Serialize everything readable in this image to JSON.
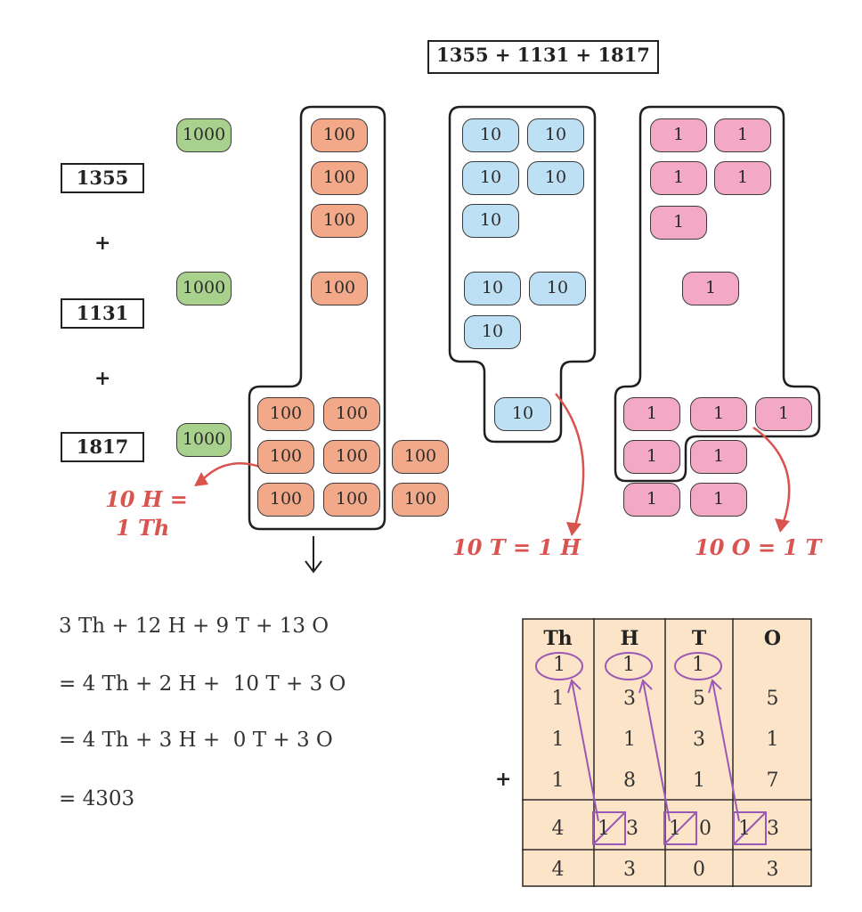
{
  "title": "1355 + 1131 + 1817",
  "numbers": [
    "1355",
    "1131",
    "1817"
  ],
  "plus": "+",
  "blocks": {
    "thousand": "1000",
    "hundred": "100",
    "ten": "10",
    "one": "1"
  },
  "exchange_labels": {
    "hundreds_line1": "10 H =",
    "hundreds_line2": "1 Th",
    "tens": "10 T = 1 H",
    "ones": "10 O = 1 T"
  },
  "equations": [
    "3 Th + 12 H + 9 T + 13 O",
    "= 4 Th + 2 H +  10 T + 3 O",
    "= 4 Th + 3 H +  0 T + 3 O",
    "= 4303"
  ],
  "place_value_table": {
    "headers": [
      "Th",
      "H",
      "T",
      "O"
    ],
    "carries": [
      "1",
      "1",
      "1",
      ""
    ],
    "rows": [
      [
        "1",
        "3",
        "5",
        "5"
      ],
      [
        "1",
        "1",
        "3",
        "1"
      ],
      [
        "1",
        "8",
        "1",
        "7"
      ]
    ],
    "plus_sign": "+",
    "partial": [
      "4",
      "1",
      "3",
      "1",
      "0",
      "1",
      "3"
    ],
    "result": [
      "4",
      "3",
      "0",
      "3"
    ]
  },
  "colors": {
    "thousand": "#a9d18e",
    "hundred": "#f2a98a",
    "ten": "#bde0f4",
    "one": "#f3a9c6",
    "exchange_arrow": "#d9534f",
    "carry": "#9b59b6",
    "table_bg": "#fce4c8"
  }
}
